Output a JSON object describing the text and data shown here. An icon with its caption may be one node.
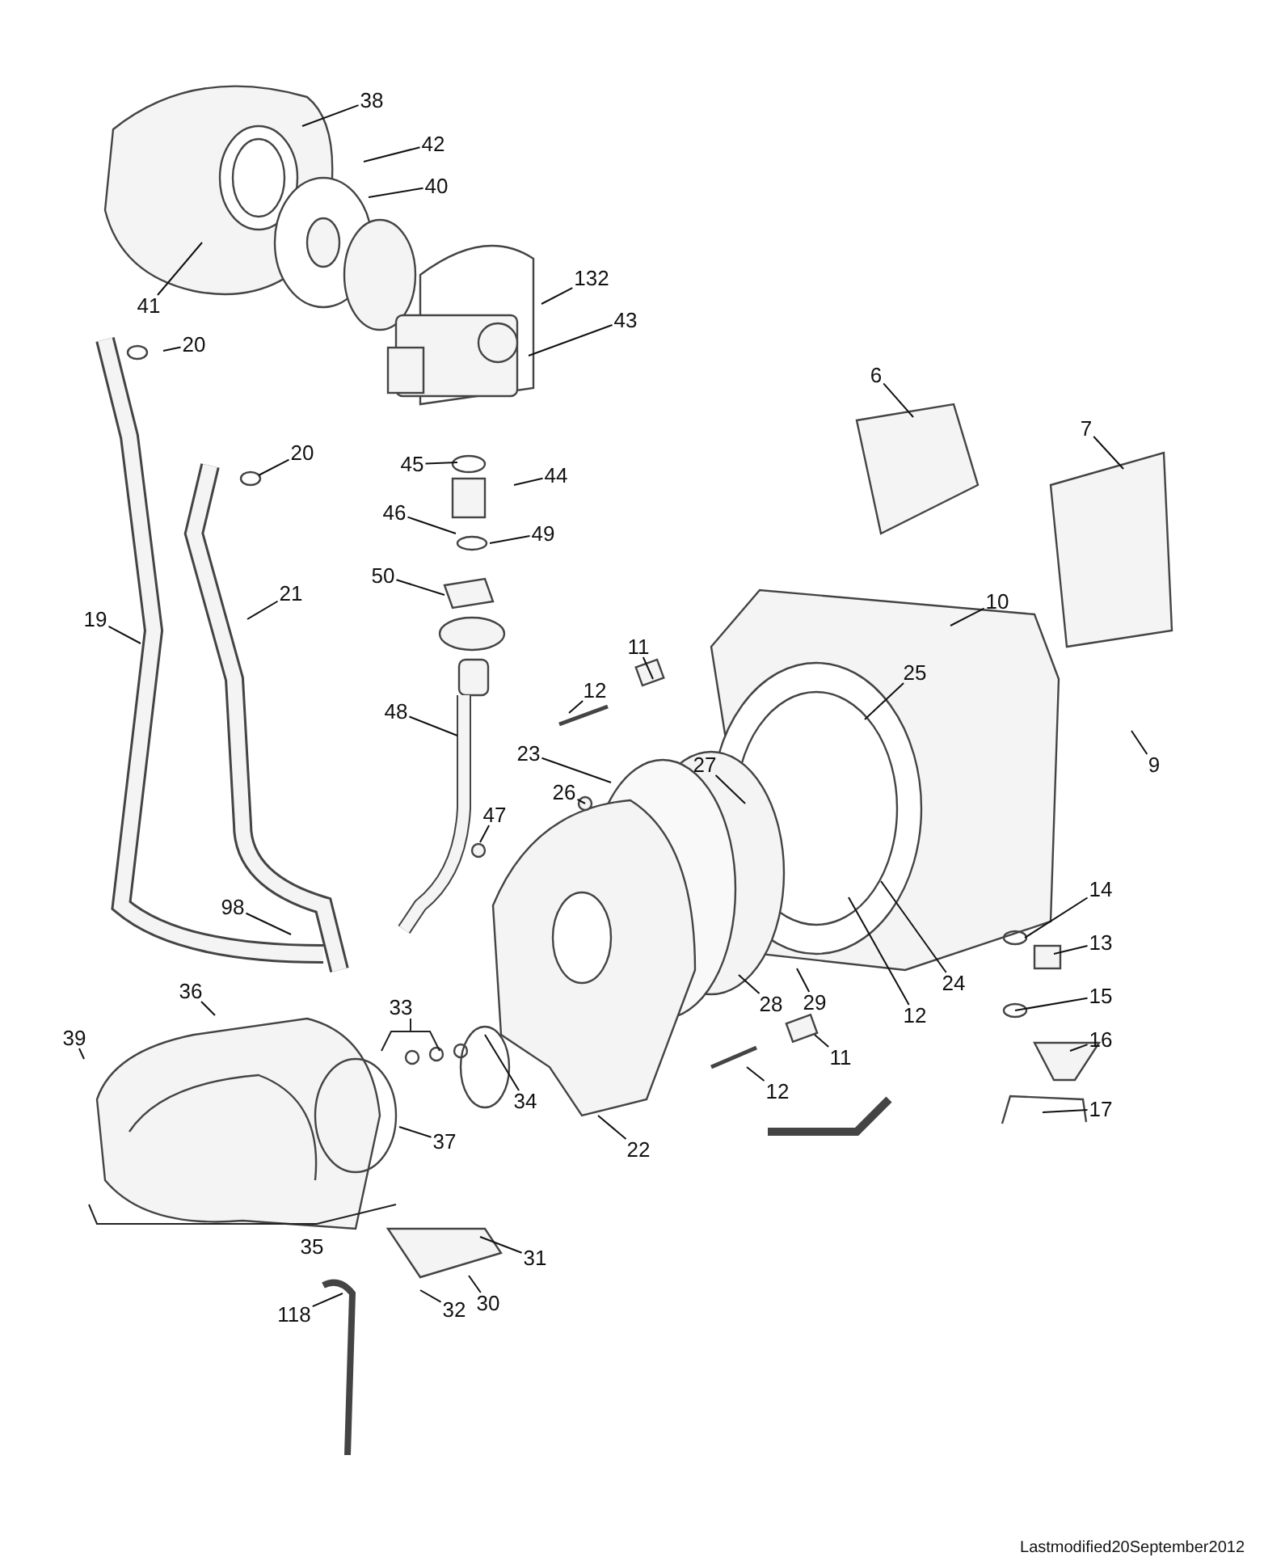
{
  "diagram": {
    "nodes": [
      {
        "text": [
          "38"
        ]
      },
      {
        "text": [
          "42"
        ]
      },
      {
        "text": [
          "40"
        ]
      },
      {
        "text": [
          "41"
        ]
      },
      {
        "text": [
          "132"
        ]
      },
      {
        "text": [
          "43"
        ]
      },
      {
        "text": [
          "20"
        ]
      },
      {
        "text": [
          "20"
        ]
      },
      {
        "text": [
          "45"
        ]
      },
      {
        "text": [
          "44"
        ]
      },
      {
        "text": [
          "46"
        ]
      },
      {
        "text": [
          "49"
        ]
      },
      {
        "text": [
          "6"
        ]
      },
      {
        "text": [
          "50"
        ]
      },
      {
        "text": [
          "7"
        ]
      },
      {
        "text": [
          "19"
        ]
      },
      {
        "text": [
          "21"
        ]
      },
      {
        "text": [
          "10"
        ]
      },
      {
        "text": [
          "11"
        ]
      },
      {
        "text": [
          "12"
        ]
      },
      {
        "text": [
          "48"
        ]
      },
      {
        "text": [
          "25"
        ]
      },
      {
        "text": [
          "23"
        ]
      },
      {
        "text": [
          "27"
        ]
      },
      {
        "text": [
          "9"
        ]
      },
      {
        "text": [
          "26"
        ]
      },
      {
        "text": [
          "47"
        ]
      },
      {
        "text": [
          "14"
        ]
      },
      {
        "text": [
          "98"
        ]
      },
      {
        "text": [
          "13"
        ]
      },
      {
        "text": [
          "24"
        ]
      },
      {
        "text": [
          "36"
        ]
      },
      {
        "text": [
          "15"
        ]
      },
      {
        "text": [
          "29"
        ]
      },
      {
        "text": [
          "28"
        ]
      },
      {
        "text": [
          "12"
        ]
      },
      {
        "text": [
          "33"
        ]
      },
      {
        "text": [
          "11"
        ]
      },
      {
        "text": [
          "39"
        ]
      },
      {
        "text": [
          "16"
        ]
      },
      {
        "text": [
          "12"
        ]
      },
      {
        "text": [
          "34"
        ]
      },
      {
        "text": [
          "17"
        ]
      },
      {
        "text": [
          "37"
        ]
      },
      {
        "text": [
          "22"
        ]
      },
      {
        "text": [
          "35"
        ]
      },
      {
        "text": [
          "31"
        ]
      },
      {
        "text": [
          "30"
        ]
      },
      {
        "text": [
          "118"
        ]
      },
      {
        "text": [
          "32"
        ]
      }
    ],
    "edges": [
      {
        "from": 0,
        "to": null,
        "arrow": "none"
      },
      {
        "from": 1,
        "to": null,
        "arrow": "none"
      },
      {
        "from": 2,
        "to": null,
        "arrow": "none"
      },
      {
        "from": 3,
        "to": null,
        "arrow": "none"
      },
      {
        "from": 4,
        "to": null,
        "arrow": "none"
      },
      {
        "from": 5,
        "to": null,
        "arrow": "none"
      },
      {
        "from": 6,
        "to": null,
        "arrow": "none"
      },
      {
        "from": 7,
        "to": null,
        "arrow": "none"
      },
      {
        "from": 8,
        "to": null,
        "arrow": "none"
      },
      {
        "from": 9,
        "to": null,
        "arrow": "none"
      },
      {
        "from": 10,
        "to": null,
        "arrow": "none"
      },
      {
        "from": 11,
        "to": null,
        "arrow": "none"
      },
      {
        "from": 12,
        "to": null,
        "arrow": "none"
      },
      {
        "from": 13,
        "to": null,
        "arrow": "none"
      },
      {
        "from": 14,
        "to": null,
        "arrow": "none"
      },
      {
        "from": 15,
        "to": null,
        "arrow": "none"
      },
      {
        "from": 16,
        "to": null,
        "arrow": "none"
      },
      {
        "from": 17,
        "to": null,
        "arrow": "none"
      },
      {
        "from": 18,
        "to": null,
        "arrow": "none"
      },
      {
        "from": 19,
        "to": null,
        "arrow": "none"
      },
      {
        "from": 20,
        "to": null,
        "arrow": "none"
      },
      {
        "from": 21,
        "to": null,
        "arrow": "none"
      },
      {
        "from": 22,
        "to": null,
        "arrow": "none"
      },
      {
        "from": 23,
        "to": null,
        "arrow": "none"
      },
      {
        "from": 24,
        "to": null,
        "arrow": "none"
      },
      {
        "from": 25,
        "to": null,
        "arrow": "none"
      },
      {
        "from": 26,
        "to": null,
        "arrow": "none"
      },
      {
        "from": 27,
        "to": null,
        "arrow": "none"
      },
      {
        "from": 28,
        "to": null,
        "arrow": "none"
      },
      {
        "from": 29,
        "to": null,
        "arrow": "none"
      },
      {
        "from": 30,
        "to": null,
        "arrow": "none"
      },
      {
        "from": 31,
        "to": null,
        "arrow": "none"
      },
      {
        "from": 32,
        "to": null,
        "arrow": "none"
      },
      {
        "from": 33,
        "to": null,
        "arrow": "none"
      },
      {
        "from": 34,
        "to": null,
        "arrow": "none"
      },
      {
        "from": 35,
        "to": null,
        "arrow": "none"
      },
      {
        "from": 37,
        "to": null,
        "arrow": "none"
      },
      {
        "from": 38,
        "to": null,
        "arrow": "none"
      },
      {
        "from": 39,
        "to": null,
        "arrow": "none"
      },
      {
        "from": 40,
        "to": null,
        "arrow": "none"
      },
      {
        "from": 41,
        "to": null,
        "arrow": "none"
      },
      {
        "from": 42,
        "to": null,
        "arrow": "none"
      },
      {
        "from": 43,
        "to": null,
        "arrow": "none"
      },
      {
        "from": 44,
        "to": null,
        "arrow": "none"
      },
      {
        "from": 46,
        "to": null,
        "arrow": "none"
      },
      {
        "from": 47,
        "to": null,
        "arrow": "none"
      },
      {
        "from": 48,
        "to": null,
        "arrow": "none"
      },
      {
        "from": 49,
        "to": null,
        "arrow": "none"
      }
    ],
    "labels": [
      "Lastmodified20September2012"
    ]
  }
}
